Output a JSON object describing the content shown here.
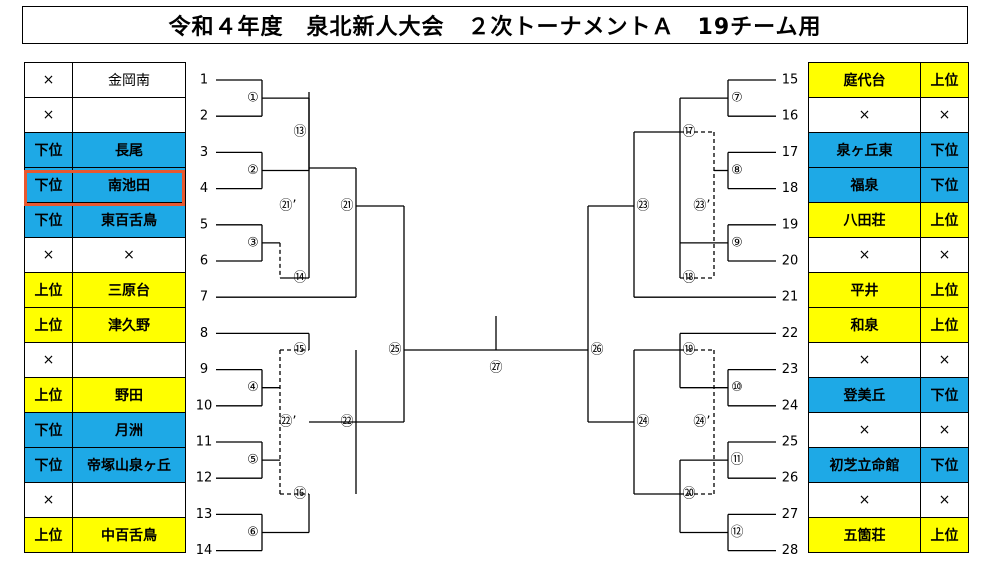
{
  "title": "令和４年度　泉北新人大会　２次トーナメントＡ　19チーム用",
  "left_teams": [
    {
      "seed": "×",
      "name": "金岡南"
    },
    {
      "seed": "×",
      "name": ""
    },
    {
      "seed": "下位",
      "name": "長尾"
    },
    {
      "seed": "下位",
      "name": "南池田"
    },
    {
      "seed": "下位",
      "name": "東百舌鳥"
    },
    {
      "seed": "×",
      "name": "×"
    },
    {
      "seed": "上位",
      "name": "三原台"
    },
    {
      "seed": "上位",
      "name": "津久野"
    },
    {
      "seed": "×",
      "name": ""
    },
    {
      "seed": "上位",
      "name": "野田"
    },
    {
      "seed": "下位",
      "name": "月洲"
    },
    {
      "seed": "下位",
      "name": "帝塚山泉ヶ丘"
    },
    {
      "seed": "×",
      "name": ""
    },
    {
      "seed": "上位",
      "name": "中百舌鳥"
    }
  ],
  "right_teams": [
    {
      "name": "庭代台",
      "seed": "上位"
    },
    {
      "name": "×",
      "seed": "×"
    },
    {
      "name": "泉ヶ丘東",
      "seed": "下位"
    },
    {
      "name": "福泉",
      "seed": "下位"
    },
    {
      "name": "八田荘",
      "seed": "上位"
    },
    {
      "name": "×",
      "seed": "×"
    },
    {
      "name": "平井",
      "seed": "上位"
    },
    {
      "name": "和泉",
      "seed": "上位"
    },
    {
      "name": "×",
      "seed": "×"
    },
    {
      "name": "登美丘",
      "seed": "下位"
    },
    {
      "name": "×",
      "seed": "×"
    },
    {
      "name": "初芝立命館",
      "seed": "下位"
    },
    {
      "name": "×",
      "seed": "×"
    },
    {
      "name": "五箇荘",
      "seed": "上位"
    }
  ],
  "slot_numbers_left": [
    "1",
    "2",
    "3",
    "4",
    "5",
    "6",
    "7",
    "8",
    "9",
    "10",
    "11",
    "12",
    "13",
    "14"
  ],
  "slot_numbers_right": [
    "15",
    "16",
    "17",
    "18",
    "19",
    "20",
    "21",
    "22",
    "23",
    "24",
    "25",
    "26",
    "27",
    "28"
  ],
  "match_labels": {
    "m1": "①",
    "m2": "②",
    "m3": "③",
    "m4": "④",
    "m5": "⑤",
    "m6": "⑥",
    "m7": "⑦",
    "m8": "⑧",
    "m9": "⑨",
    "m10": "⑩",
    "m11": "⑪",
    "m12": "⑫",
    "m13": "⑬",
    "m14": "⑭",
    "m15": "⑮",
    "m16": "⑯",
    "m17": "⑰",
    "m18": "⑱",
    "m19": "⑲",
    "m20": "⑳",
    "m21": "㉑",
    "m22": "㉒",
    "m23": "㉓",
    "m24": "㉔",
    "m25": "㉕",
    "m26": "㉖",
    "m27": "㉗",
    "m21p": "㉑’",
    "m22p": "㉒’",
    "m23p": "㉓’",
    "m24p": "㉔’"
  },
  "colors": {
    "upper": "#ffff00",
    "lower": "#1ea9e6",
    "highlight": "#e8582f"
  },
  "highlighted_team": "南池田"
}
